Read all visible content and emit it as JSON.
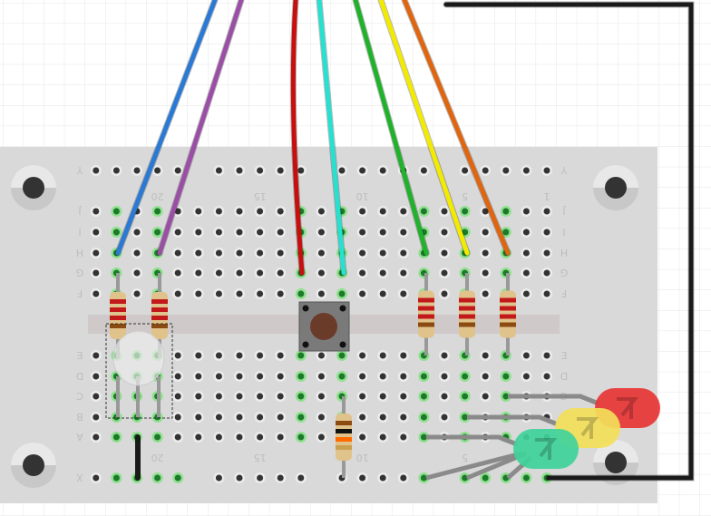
{
  "breadboard": {
    "rows_top": [
      "J",
      "I",
      "H",
      "G",
      "F"
    ],
    "rows_bottom": [
      "E",
      "D",
      "C",
      "B",
      "A"
    ],
    "rail_top": "Y",
    "rail_bottom": "X",
    "column_numbers": [
      "1",
      "5",
      "10",
      "15",
      "20"
    ]
  },
  "wires": [
    {
      "name": "blue",
      "color": "#2a7ad5"
    },
    {
      "name": "purple",
      "color": "#9b4ea6"
    },
    {
      "name": "red",
      "color": "#c80f0f"
    },
    {
      "name": "cyan",
      "color": "#26e0d0"
    },
    {
      "name": "green",
      "color": "#1fb22a"
    },
    {
      "name": "yellow",
      "color": "#f2ea00"
    },
    {
      "name": "orange",
      "color": "#e0650f"
    },
    {
      "name": "black",
      "color": "#1a1a1a"
    }
  ],
  "leds": [
    {
      "name": "red",
      "color": "#e83535"
    },
    {
      "name": "yellow",
      "color": "#f3df5a"
    },
    {
      "name": "green",
      "color": "#3fd39a"
    }
  ]
}
